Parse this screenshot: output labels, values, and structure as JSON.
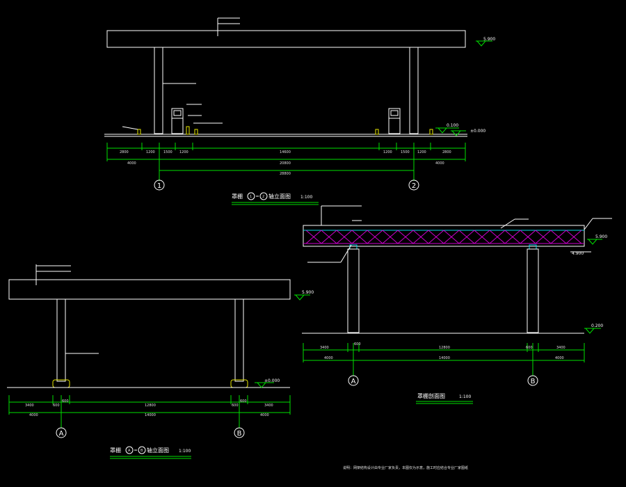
{
  "views": {
    "elevation_1_2": {
      "title_prefix": "罩棚",
      "axis_start": "1",
      "axis_end": "2",
      "title_suffix": "轴立面图",
      "scale": "1:100",
      "axes": [
        "1",
        "2"
      ],
      "elev_roof": "5.900",
      "elev_ground": "0.100",
      "elev_ground2": "±0.000",
      "dims_row1": [
        "2800",
        "1200",
        "1500",
        "1200",
        "14600",
        "1200",
        "1500",
        "1200",
        "2800"
      ],
      "dims_row2": [
        "4000",
        "20800",
        "4000"
      ],
      "dims_row3": "28800"
    },
    "elevation_A_B": {
      "title_prefix": "罩棚",
      "axis_start": "A",
      "axis_end": "B",
      "title_suffix": "轴立面图",
      "scale": "1:100",
      "axes": [
        "A",
        "B"
      ],
      "elev_roof": "5.900",
      "elev_ground": "±0.000",
      "dims_row1": [
        "3400",
        "600",
        "600",
        "12800",
        "600",
        "600",
        "3400"
      ],
      "dims_row2": [
        "4000",
        "14000",
        "4000"
      ]
    },
    "section": {
      "title": "罩棚剖面图",
      "scale": "1:100",
      "axes": [
        "A",
        "B"
      ],
      "elev_top": "5.900",
      "elev_mid": "4.900",
      "elev_ground": "0.200",
      "dims_row1": [
        "3400",
        "600",
        "12800",
        "600",
        "3400"
      ],
      "dims_row2": [
        "4000",
        "14000",
        "4000"
      ]
    }
  },
  "note": "说明：网架结构设计由专业厂家负责，本图仅为示意，施工时应结合专业厂家图纸"
}
